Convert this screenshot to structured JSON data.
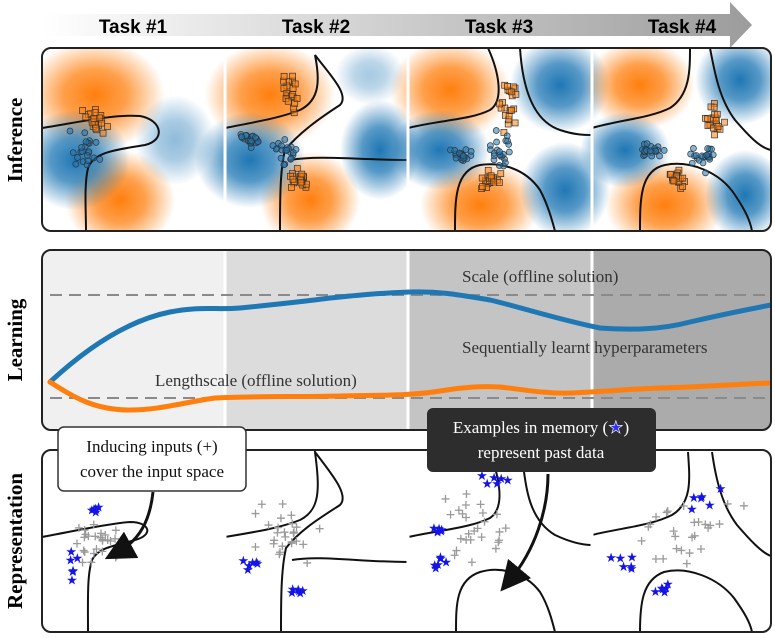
{
  "colors": {
    "orange": "#ff7f0e",
    "blue": "#1f77b4",
    "star_blue": "#1414e6",
    "cross_grey": "#9a9a9a",
    "panel_border": "#222222",
    "divider": "#ffffff",
    "learning_bg": [
      "#f0f0f0",
      "#dcdcdc",
      "#c4c4c4",
      "#ababab"
    ],
    "callout_dark": "#2d2d2d"
  },
  "tasks": [
    "Task #1",
    "Task #2",
    "Task #3",
    "Task #4"
  ],
  "rows": {
    "inference": "Inference",
    "learning": "Learning",
    "representation": "Representation"
  },
  "learning": {
    "scale_label": "Scale (offline solution)",
    "lengthscale_label": "Lengthscale (offline solution)",
    "sequential_label": "Sequentially learnt hyperparameters"
  },
  "callouts": {
    "inducing_line1": "Inducing inputs (+)",
    "inducing_line2": "cover the input space",
    "memory_line1": "Examples in memory (",
    "memory_star": "★",
    "memory_line1_end": ")",
    "memory_line2": "represent past data"
  },
  "icons": {
    "progress_arrow": "right-arrow-icon",
    "inducing_marker": "plus-icon",
    "memory_marker": "star-icon"
  }
}
